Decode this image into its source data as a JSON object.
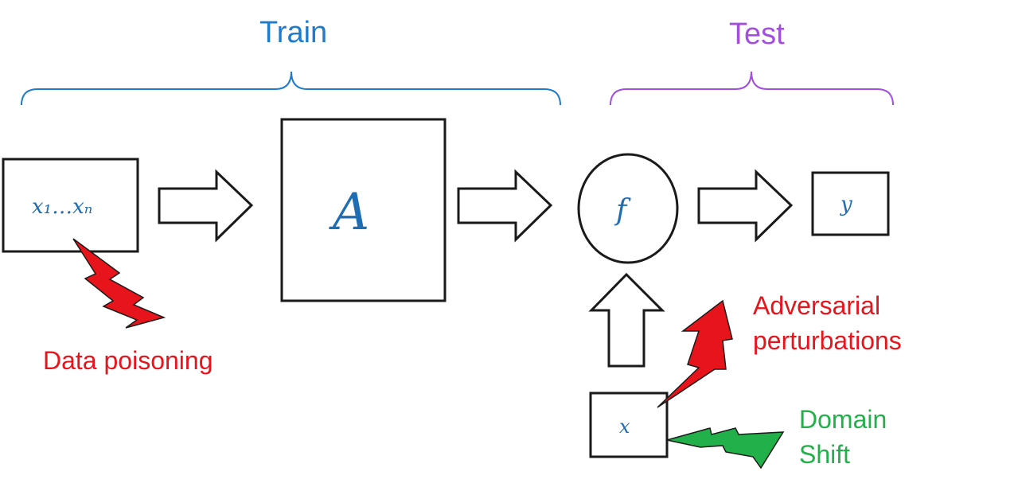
{
  "sections": {
    "train": {
      "label": "Train",
      "color": "#1f7ccc"
    },
    "test": {
      "label": "Test",
      "color": "#a24fe0"
    }
  },
  "nodes": {
    "data": {
      "label": "x₁…xₙ"
    },
    "algorithm": {
      "label": "A"
    },
    "model": {
      "label": "f"
    },
    "output": {
      "label": "y"
    },
    "input": {
      "label": "x"
    }
  },
  "threats": {
    "data_poisoning": {
      "label": "Data poisoning",
      "color": "#e8141c"
    },
    "adversarial": {
      "label": "Adversarial\nperturbations",
      "color": "#e8141c"
    },
    "domain_shift": {
      "label": "Domain\nShift",
      "color": "#22b04a"
    }
  },
  "colors": {
    "math_text": "#1f6db3",
    "outline": "#1a1a1a"
  }
}
